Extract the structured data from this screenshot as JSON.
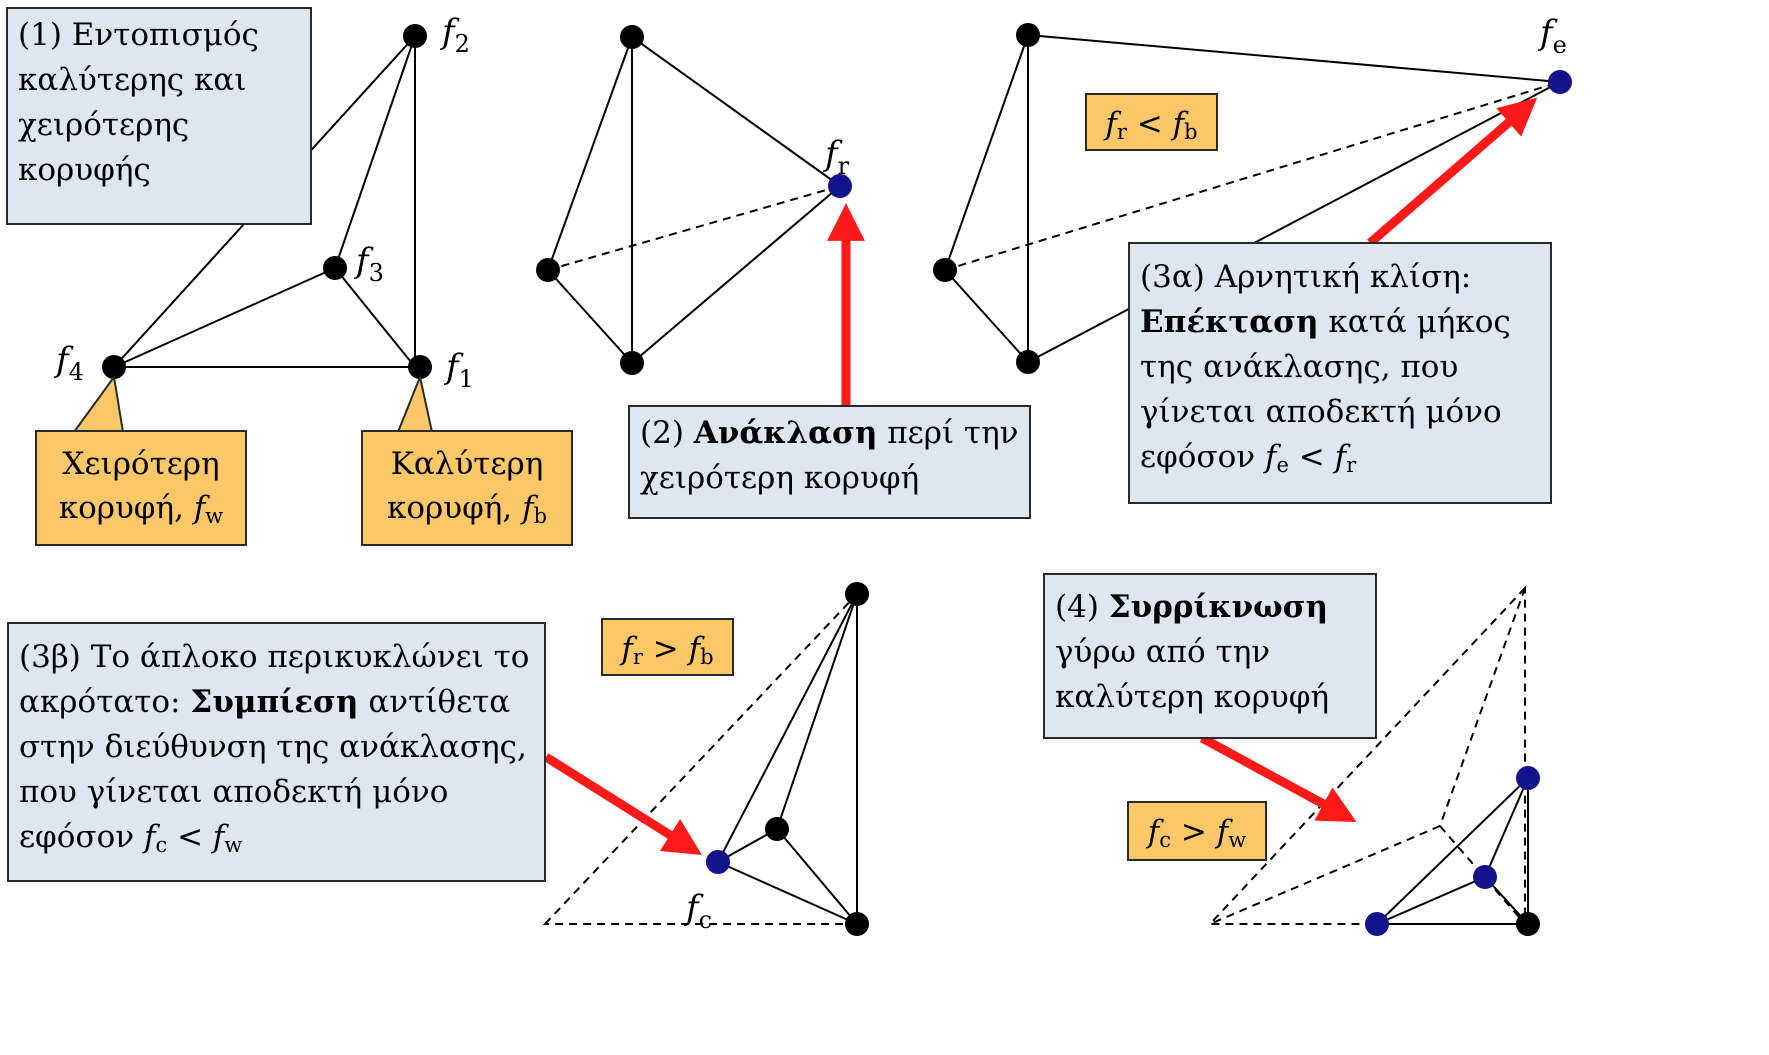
{
  "vertex_labels": {
    "f2": {
      "base": "f",
      "sub": "2"
    },
    "f3": {
      "base": "f",
      "sub": "3"
    },
    "f4": {
      "base": "f",
      "sub": "4"
    },
    "f1": {
      "base": "f",
      "sub": "1"
    },
    "fr": {
      "base": "f",
      "sub": "r"
    },
    "fe": {
      "base": "f",
      "sub": "e"
    },
    "fc": {
      "base": "f",
      "sub": "c"
    }
  },
  "step1": {
    "text": "(1) Εντοπισμός καλύτερης και χειρότερης κορυφής"
  },
  "worst_callout": {
    "line1": "Χειρότερη",
    "line2": "κορυφή, ",
    "var": "f",
    "sub": "w"
  },
  "best_callout": {
    "line1": "Καλύτερη",
    "line2": "κορυφή, ",
    "var": "f",
    "sub": "b"
  },
  "step2": {
    "prefix": "(2) ",
    "bold": "Ανάκλαση",
    "rest": " περί την χειρότερη κορυφή"
  },
  "cond_expand": {
    "lhs": "f",
    "lhs_sub": "r",
    "op": " < ",
    "rhs": "f",
    "rhs_sub": "b"
  },
  "step3a": {
    "prefix": "(3α) Αρνητική κλίση: ",
    "bold": "Επέκταση",
    "rest": " κατά μήκος της ανάκλασης, που γίνεται αποδεκτή μόνο εφόσον ",
    "v1": "f",
    "v1_sub": "e",
    "op": " < ",
    "v2": "f",
    "v2_sub": "r"
  },
  "step3b": {
    "prefix": "(3β) Το άπλοκο περικυκλώνει το ακρότατο: ",
    "bold": "Συμπίεση",
    "rest": " αντίθετα στην διεύθυνση της ανάκλασης, που γίνεται αποδεκτή μόνο εφόσον ",
    "v1": "f",
    "v1_sub": "c",
    "op": " < ",
    "v2": "f",
    "v2_sub": "w"
  },
  "cond_contract": {
    "lhs": "f",
    "lhs_sub": "r",
    "op": " > ",
    "rhs": "f",
    "rhs_sub": "b"
  },
  "step4": {
    "prefix": "(4) ",
    "bold": "Συρρίκνωση",
    "rest": " γύρω από την καλύτερη κορυφή"
  },
  "cond_shrink": {
    "lhs": "f",
    "lhs_sub": "c",
    "op": " > ",
    "rhs": "f",
    "rhs_sub": "w"
  },
  "colors": {
    "info_box": "#dee6ef",
    "condition_box": "#fcc766",
    "arrow": "#ff1a1a",
    "new_vertex": "#14138c",
    "vertex": "#000000"
  }
}
